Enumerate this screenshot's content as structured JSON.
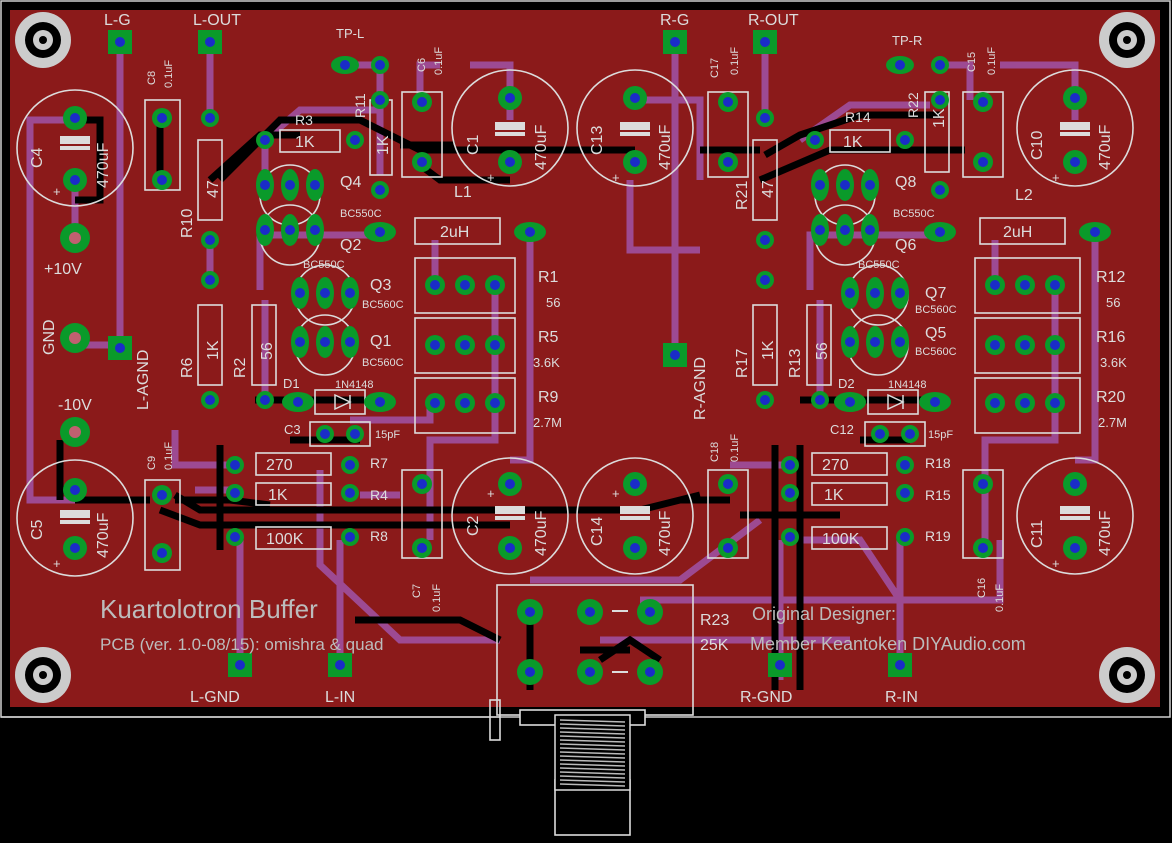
{
  "board": {
    "title": "Kuartolotron Buffer",
    "version": "PCB (ver. 1.0-08/15): omishra & quad",
    "designer_line1": "Original Designer:",
    "designer_line2": "Member Keantoken DIYAudio.com"
  },
  "colors": {
    "board": "#8b1a1a",
    "silk": "#dcdcdc",
    "pad": "#0a9a2a",
    "via": "#1a2cc8",
    "trace_top": "#000000",
    "trace_bottom": "#a050a0",
    "outline": "#dcdcdc",
    "background": "#000000"
  },
  "connectors": {
    "l_g": "L-G",
    "l_out": "L-OUT",
    "tp_l": "TP-L",
    "r_g": "R-G",
    "r_out": "R-OUT",
    "tp_r": "TP-R",
    "plus10": "+10V",
    "gnd": "GND",
    "minus10": "-10V",
    "l_agnd": "L-AGND",
    "r_agnd": "R-AGND",
    "l_gnd": "L-GND",
    "l_in": "L-IN",
    "r_gnd": "R-GND",
    "r_in": "R-IN"
  },
  "caps": {
    "C4": "C4",
    "C4v": "470uF",
    "C5": "C5",
    "C5v": "470uF",
    "C1": "C1",
    "C1v": "470uF",
    "C13": "C13",
    "C13v": "470uF",
    "C2": "C2",
    "C2v": "470uF",
    "C14": "C14",
    "C14v": "470uF",
    "C10": "C10",
    "C10v": "470uF",
    "C11": "C11",
    "C11v": "470uF",
    "C8": "C8",
    "C9": "C9",
    "C6": "C6",
    "C7": "C7",
    "C17": "C17",
    "C18": "C18",
    "C15": "C15",
    "C16": "C16",
    "small_v": "0.1uF",
    "C3": "C3",
    "C12": "C12",
    "pf": "15pF"
  },
  "resistors": {
    "R3": "R3",
    "R3v": "1K",
    "R11": "R11",
    "R11v": "1K",
    "R10": "R10",
    "R10v": "47",
    "R6": "R6",
    "R6v": "1K",
    "R2": "R2",
    "R2v": "56",
    "R7": "R7",
    "R7v": "270",
    "R4": "R4",
    "R4v": "1K",
    "R8": "R8",
    "R8v": "100K",
    "R1": "R1",
    "R1v": "56",
    "R5": "R5",
    "R5v": "3.6K",
    "R9": "R9",
    "R9v": "2.7M",
    "R14": "R14",
    "R14v": "1K",
    "R22": "R22",
    "R22v": "1K",
    "R21": "R21",
    "R21v": "47",
    "R17": "R17",
    "R17v": "1K",
    "R13": "R13",
    "R13v": "56",
    "R18": "R18",
    "R18v": "270",
    "R15": "R15",
    "R15v": "1K",
    "R19": "R19",
    "R19v": "100K",
    "R12": "R12",
    "R12v": "56",
    "R16": "R16",
    "R16v": "3.6K",
    "R20": "R20",
    "R20v": "2.7M",
    "R23": "R23",
    "R23v": "25K"
  },
  "semis": {
    "Q1": "Q1",
    "Q2": "Q2",
    "Q3": "Q3",
    "Q4": "Q4",
    "Q5": "Q5",
    "Q6": "Q6",
    "Q7": "Q7",
    "Q8": "Q8",
    "bc550": "BC550C",
    "bc560": "BC560C",
    "D1": "D1",
    "D2": "D2",
    "diode": "1N4148",
    "L1": "L1",
    "L2": "L2",
    "lv": "2uH",
    "plus": "+"
  }
}
